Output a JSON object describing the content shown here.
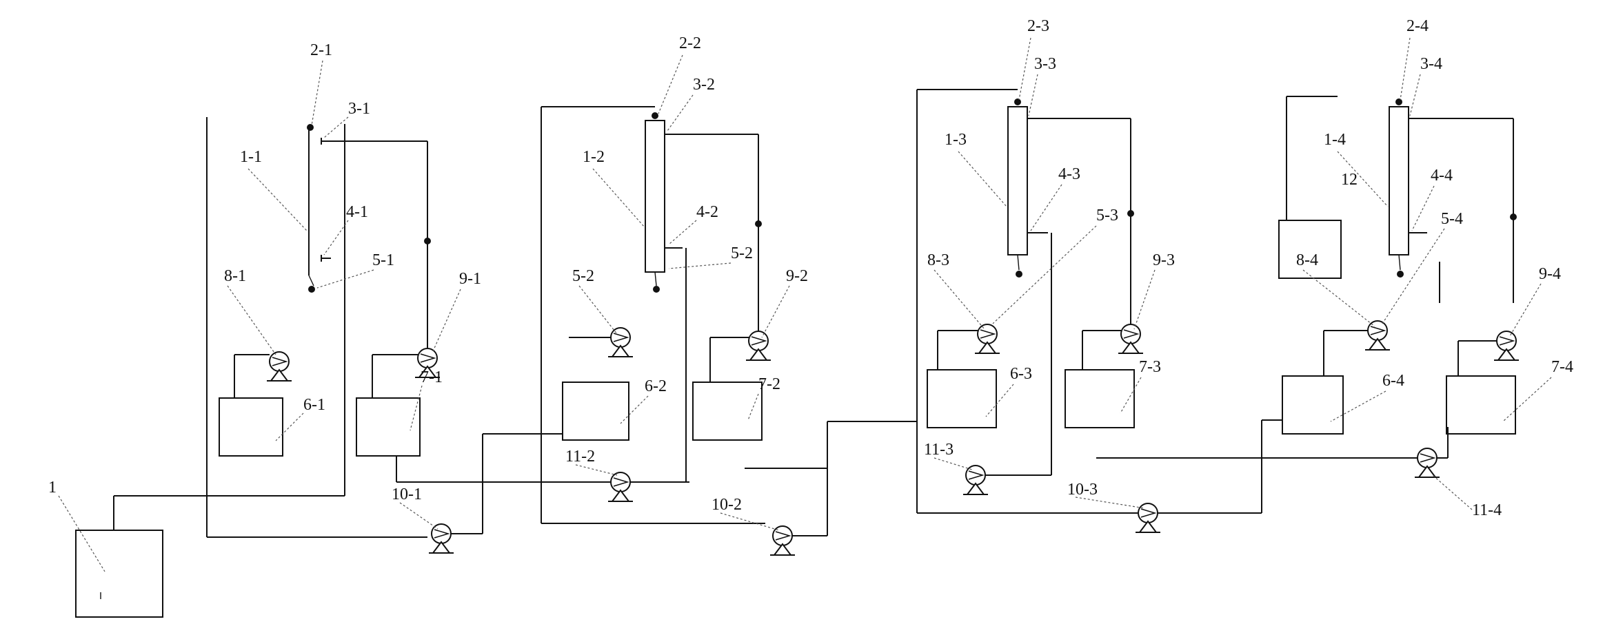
{
  "labels": {
    "feed": "1",
    "s1": {
      "col": "1-1",
      "top": "2-1",
      "mid_top": "3-1",
      "mid_low": "4-1",
      "bottom": "5-1",
      "p_left": "8-1",
      "p_right": "9-1",
      "tank_left": "6-1",
      "tank_right": "7-1",
      "p_bottom": "10-1"
    },
    "s2": {
      "col": "1-2",
      "top": "2-2",
      "mid_top": "3-2",
      "mid_low": "4-2",
      "bottom": "5-2",
      "side": "5-2",
      "p_right": "9-2",
      "tank_left": "6-2",
      "tank_right": "7-2",
      "p_transfer": "11-2",
      "p_bottom": "10-2"
    },
    "s3": {
      "col": "1-3",
      "top": "2-3",
      "mid_top": "3-3",
      "mid_low": "4-3",
      "bottom": "5-3",
      "p_left": "8-3",
      "p_right": "9-3",
      "tank_left": "6-3",
      "tank_right": "7-3",
      "p_transfer": "11-3",
      "p_bottom": "10-3"
    },
    "s4": {
      "col": "1-4",
      "top": "2-4",
      "mid_top": "3-4",
      "mid_low": "4-4",
      "bottom": "5-4",
      "p_left": "8-4",
      "p_right": "9-4",
      "tank_left": "6-4",
      "tank_right": "7-4",
      "p_transfer": "11-4",
      "extra": "12"
    }
  }
}
